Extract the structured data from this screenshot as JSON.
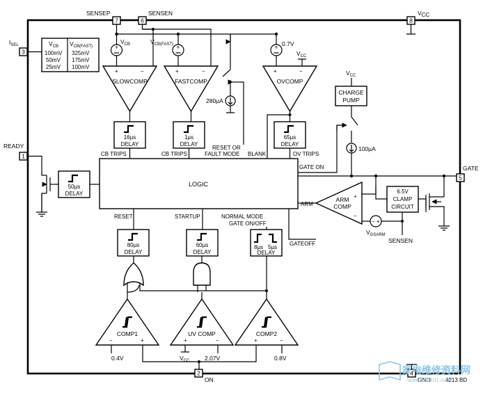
{
  "pins": {
    "sensep": {
      "num": "7",
      "label": "SENSEP"
    },
    "sensen": {
      "num": "6",
      "label": "SENSEN"
    },
    "vcc": {
      "num": "8",
      "label": "V",
      "sub": "CC"
    },
    "isel": {
      "num": "3",
      "label": "I",
      "sub": "SEL"
    },
    "ready": {
      "num": "1",
      "label": "READY"
    },
    "gate": {
      "num": "5",
      "label": "GATE"
    },
    "on": {
      "num": "2",
      "label": "ON"
    },
    "gnd": {
      "num": "4",
      "label": "GND"
    }
  },
  "isel_table": {
    "col1_header": "V",
    "col1_sub": "CB",
    "col2_header": "V",
    "col2_sub": "CB(FAST)",
    "col1_values": [
      "100mV",
      "50mV",
      "25mV"
    ],
    "col2_values": [
      "325mV",
      "175mV",
      "100mV"
    ]
  },
  "sources": {
    "vcb": {
      "label": "V",
      "sub": "CB"
    },
    "vcbfast": {
      "label": "V",
      "sub": "CB(FAST)"
    },
    "ov_ref": "0.7V",
    "ov_vcc": {
      "label": "V",
      "sub": "CC"
    },
    "current_280": "280µA",
    "current_100": "100µA",
    "charge_vcc": {
      "label": "V",
      "sub": "CC"
    },
    "vgsarm": {
      "label": "V",
      "sub": "GSARM"
    }
  },
  "comparators": {
    "slowcomp": "SLOWCOMP",
    "fastcomp": "FASTCOMP",
    "ovcomp": "OVCOMP",
    "armcomp_line1": "ARM",
    "armcomp_line2": "COMP",
    "comp1": "COMP1",
    "uvcomp": "UV COMP",
    "comp2": "COMP2"
  },
  "delays": {
    "d16": "16µs",
    "d1": "1µs",
    "d65": "65µs",
    "d50": "50µs",
    "d80": "80µs",
    "d60": "60µs",
    "d8": "8µs",
    "d5": "5µs",
    "word": "DELAY"
  },
  "logic": {
    "title": "LOGIC",
    "cb_trips_1": "CB TRIPS",
    "cb_trips_2": "CB TRIPS",
    "reset_or": "RESET OR",
    "fault_mode": "FAULT MODE",
    "blank": "BLANK",
    "ov_trips": "OV TRIPS",
    "gate_on": "GATE ON",
    "arm": "ARM",
    "reset": "RESET",
    "startup": "STARTUP",
    "normal_mode": "NORMAL MODE",
    "gate_onoff": "GATE ON/OFF",
    "gateoff": "GATEOFF"
  },
  "blocks": {
    "charge_pump_1": "CHARGE",
    "charge_pump_2": "PUMP",
    "clamp_1": "6.5V",
    "clamp_2": "CLAMP",
    "clamp_3": "CIRCUIT",
    "sensen_label": "SENSEN"
  },
  "thresholds": {
    "comp1_ref": "0.4V",
    "uv_vcc": {
      "label": "V",
      "sub": "CC"
    },
    "uv_ref": "2.07V",
    "comp2_ref": "0.8V"
  },
  "figure_id": "4213 BD",
  "watermark": {
    "cn": "家电维修资料网",
    "url": "www.520101.com"
  }
}
